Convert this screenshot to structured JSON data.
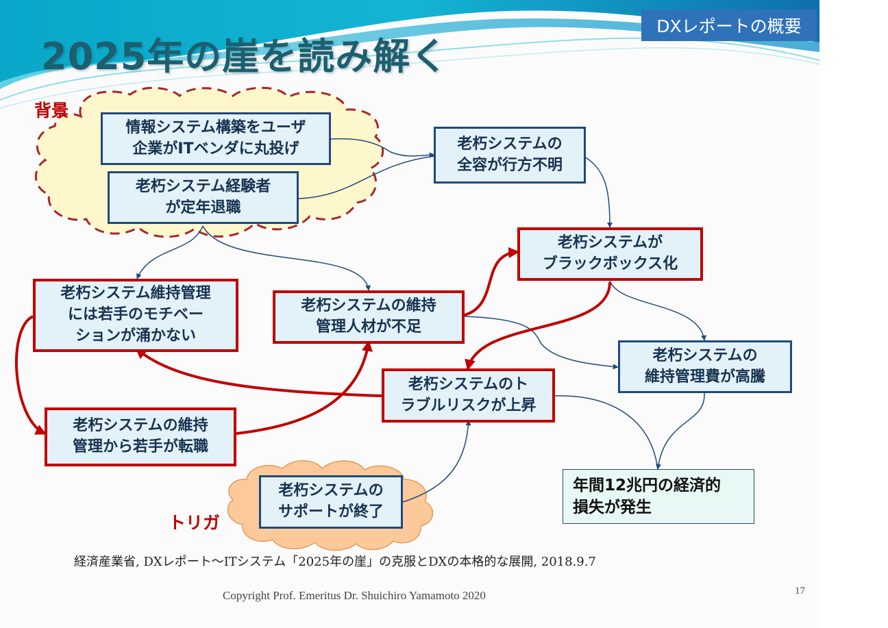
{
  "badge": "DXレポートの概要",
  "title": "2025年の崖を読み解く",
  "labels": {
    "background": "背景",
    "trigger": "トリガ"
  },
  "nodes": {
    "user_outsourcing": "情報システム構築をユーザ\n企業がITベンダに丸投げ",
    "experts_retire": "老朽システム経験者\nが定年退職",
    "unknown_scope": "老朽システムの\n全容が行方不明",
    "blackbox": "老朽システムが\nブラックボックス化",
    "no_motivation": "老朽システム維持管理\nには若手のモチベー\nションが涌かない",
    "staff_shortage": "老朽システムの維持\n管理人材が不足",
    "cost_soaring": "老朽システムの\n維持管理費が高騰",
    "trouble_risk": "老朽システムのト\nラブルリスクが上昇",
    "young_quit": "老朽システムの維持\n管理から若手が転職",
    "loss": "年間12兆円の経済的\n損失が発生",
    "support_end": "老朽システムの\nサポートが終了"
  },
  "citation": "経済産業省, DXレポート～ITシステム「2025年の崖」の克服とDXの本格的な展開, 2018.9.7",
  "copyright": "Copyright Prof. Emeritus Dr. Shuichiro Yamamoto 2020",
  "page_number": "17",
  "colors": {
    "badge_bg": "#2f72b9",
    "title": "#1d5f6f",
    "red": "#c00000",
    "blue": "#1f497d",
    "box_fill": "#e3f1f8",
    "cloud_fill": "#fff7cc",
    "trigger_cloud": "#fcc99b"
  }
}
